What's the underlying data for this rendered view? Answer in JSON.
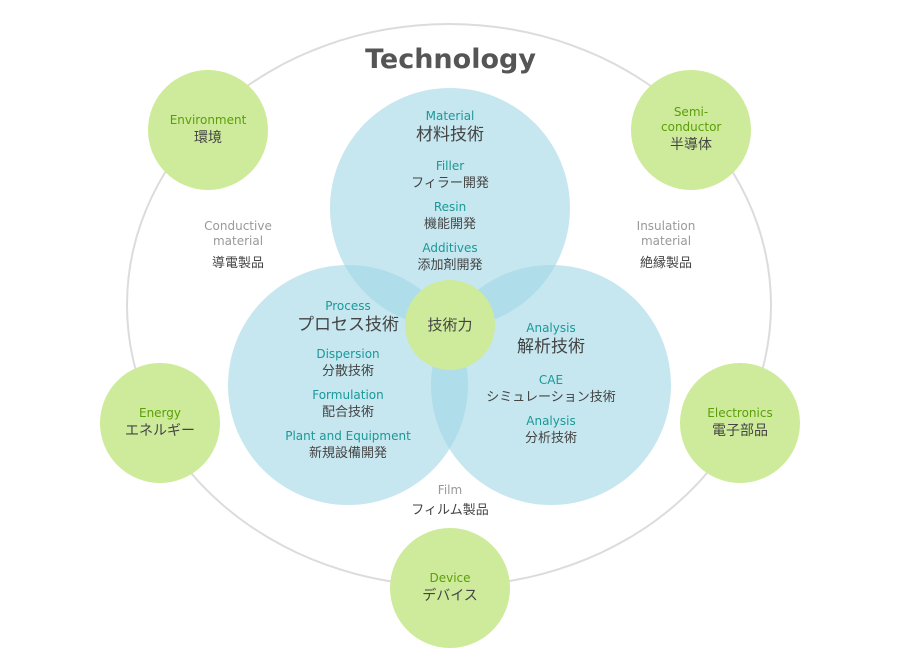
{
  "title": "Technology",
  "core": {
    "label": "技術力"
  },
  "material": {
    "en": "Material",
    "ja": "材料技術",
    "items": [
      {
        "en": "Filler",
        "ja": "フィラー開発"
      },
      {
        "en": "Resin",
        "ja": "機能開発"
      },
      {
        "en": "Additives",
        "ja": "添加剤開発"
      }
    ]
  },
  "process": {
    "en": "Process",
    "ja": "プロセス技術",
    "items": [
      {
        "en": "Dispersion",
        "ja": "分散技術"
      },
      {
        "en": "Formulation",
        "ja": "配合技術"
      },
      {
        "en": "Plant and Equipment",
        "ja": "新規設備開発"
      }
    ]
  },
  "analysis": {
    "en": "Analysis",
    "ja": "解析技術",
    "items": [
      {
        "en": "CAE",
        "ja": "シミュレーション技術"
      },
      {
        "en": "Analysis",
        "ja": "分析技術"
      }
    ]
  },
  "products": [
    {
      "en": "Conductive material",
      "ja": "導電製品"
    },
    {
      "en": "Insulation material",
      "ja": "絶縁製品"
    },
    {
      "en": "Film",
      "ja": "フィルム製品"
    }
  ],
  "fields": [
    {
      "en": "Environment",
      "ja": "環境"
    },
    {
      "en": "Semi-conductor",
      "ja": "半導体"
    },
    {
      "en": "Energy",
      "ja": "エネルギー"
    },
    {
      "en": "Electronics",
      "ja": "電子部品"
    },
    {
      "en": "Device",
      "ja": "デバイス"
    }
  ]
}
